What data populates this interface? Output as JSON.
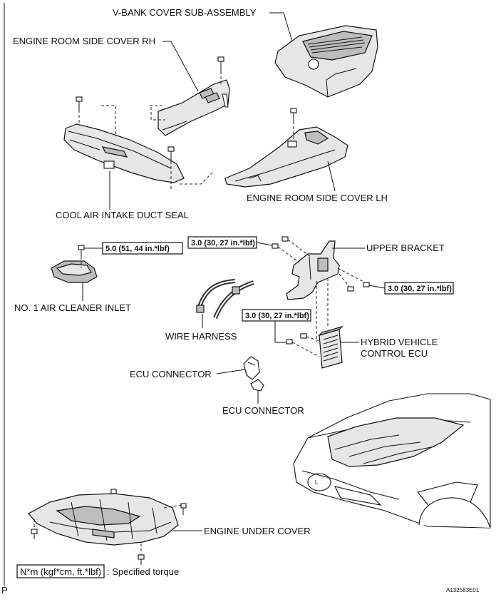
{
  "labels": {
    "v_bank_cover": "V-BANK COVER SUB-ASSEMBLY",
    "side_cover_rh": "ENGINE ROOM SIDE COVER RH",
    "side_cover_lh": "ENGINE ROOM SIDE COVER LH",
    "cool_air_seal": "COOL AIR INTAKE DUCT SEAL",
    "air_cleaner_inlet": "NO. 1 AIR CLEANER INLET",
    "upper_bracket": "UPPER BRACKET",
    "wire_harness": "WIRE HARNESS",
    "hv_ecu_line1": "HYBRID VEHICLE",
    "hv_ecu_line2": "CONTROL ECU",
    "ecu_connector_1": "ECU CONNECTOR",
    "ecu_connector_2": "ECU CONNECTOR",
    "engine_under_cover": "ENGINE UNDER COVER"
  },
  "torques": {
    "air_cleaner": "5.0 (51, 44 in.*lbf)",
    "bracket_upper_left": "3.0 (30, 27 in.*lbf)",
    "bracket_right": "3.0 (30, 27 in.*lbf)",
    "ecu_left": "3.0 (30, 27 in.*lbf)"
  },
  "legend": {
    "units": "N*m (kgf*cm, ft.*lbf)",
    "text": ": Specified torque"
  },
  "footer": {
    "page_mark": "P",
    "figure_id": "A132583E01"
  }
}
